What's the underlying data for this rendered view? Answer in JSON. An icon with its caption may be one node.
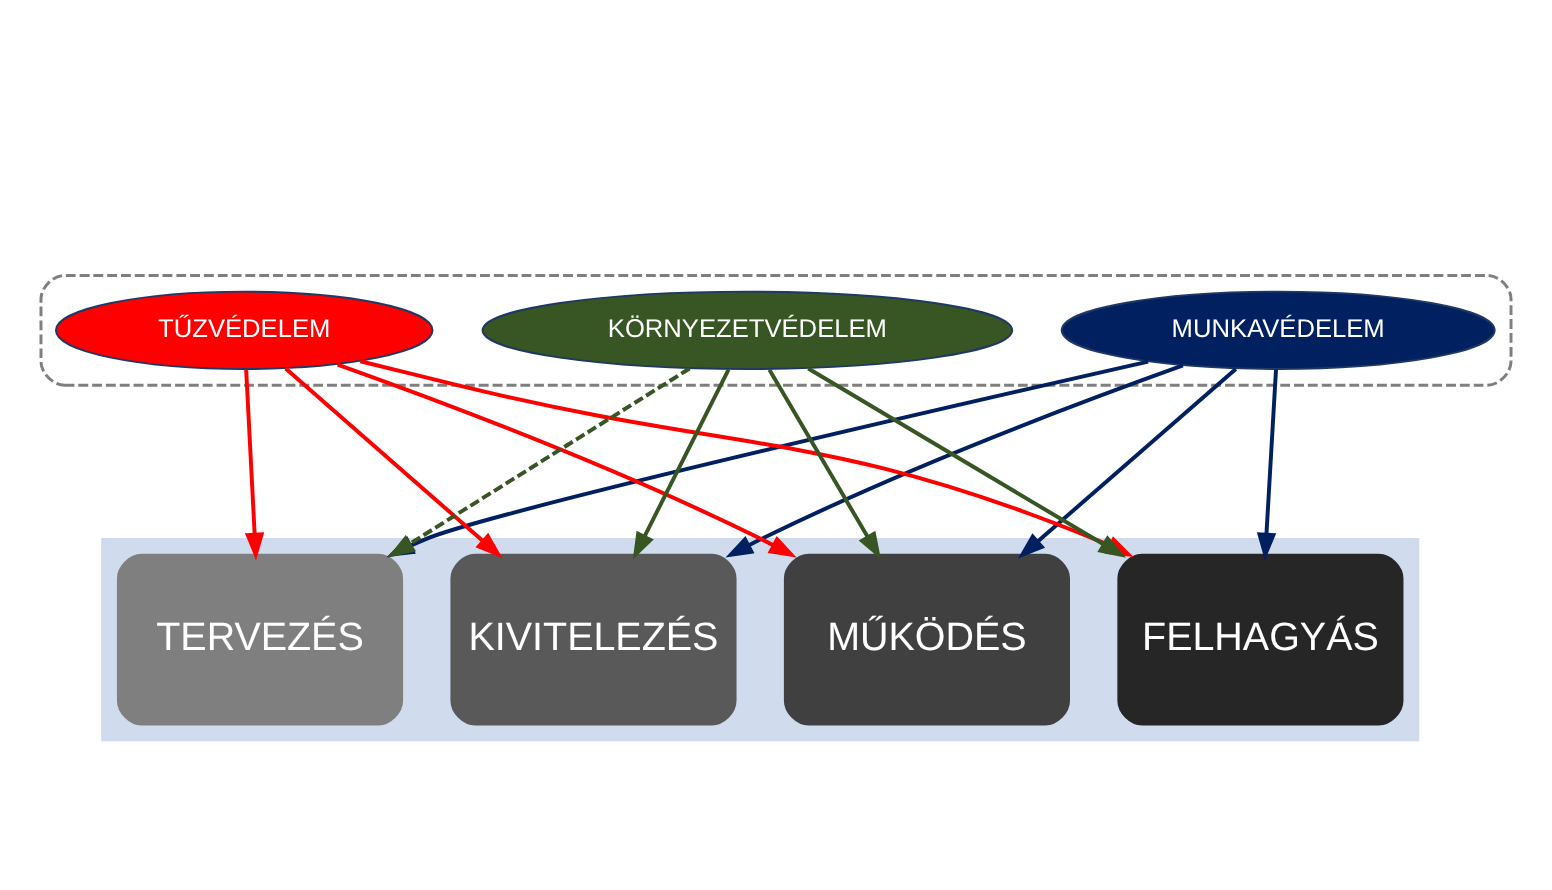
{
  "diagram": {
    "nodes": [
      {
        "text": [],
        "shape": "ellipse"
      },
      {
        "text": [
          "MUNKAVÉDELEM"
        ],
        "in": 0
      },
      {
        "text": [
          "TŰZVÉDELEM"
        ],
        "in": 0
      },
      {
        "text": [
          "KÖRNYEZETVÉDELEM"
        ],
        "in": 0
      },
      {
        "text": [],
        "shape": "arrow"
      },
      {
        "text": [
          "TERVEZÉS"
        ],
        "in": 4
      },
      {
        "text": [
          "KIVITELEZÉS"
        ],
        "in": 4
      },
      {
        "text": [
          "MŰKÖDÉS"
        ],
        "in": 4
      },
      {
        "text": [
          "FELHAGYÁS"
        ],
        "in": 4
      }
    ],
    "edges": [
      {
        "from": 1,
        "to": 5,
        "arrow": "to",
        "color": "#002060"
      },
      {
        "from": 1,
        "to": 6,
        "arrow": "to",
        "color": "#002060"
      },
      {
        "from": 1,
        "to": 7,
        "arrow": "to",
        "color": "#002060"
      },
      {
        "from": 1,
        "to": 8,
        "arrow": "to",
        "color": "#002060"
      },
      {
        "from": 2,
        "to": 5,
        "arrow": "to",
        "color": "#ff0000"
      },
      {
        "from": 2,
        "to": 6,
        "arrow": "to",
        "color": "#ff0000"
      },
      {
        "from": 2,
        "to": 7,
        "arrow": "to",
        "color": "#ff0000"
      },
      {
        "from": 2,
        "to": 8,
        "arrow": "to",
        "color": "#ff0000"
      },
      {
        "from": 3,
        "to": 5,
        "arrow": "to",
        "style": "dashed",
        "color": "#375623"
      },
      {
        "from": 3,
        "to": 6,
        "arrow": "to",
        "color": "#375623"
      },
      {
        "from": 3,
        "to": 7,
        "arrow": "to",
        "color": "#375623"
      },
      {
        "from": 3,
        "to": 8,
        "arrow": "to",
        "color": "#375623"
      }
    ]
  }
}
